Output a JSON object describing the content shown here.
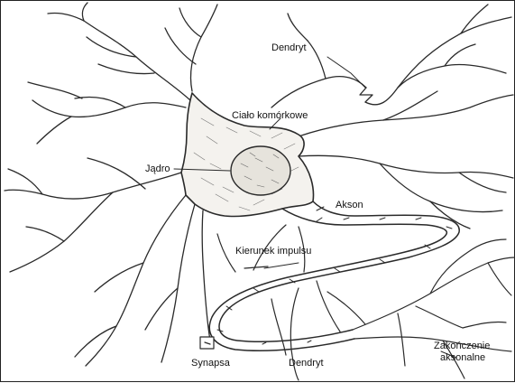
{
  "labels": {
    "dendrite_top": "Dendryt",
    "cell_body": "Ciało komórkowe",
    "nucleus": "Jądro",
    "axon": "Akson",
    "impulse_direction": "Kierunek impulsu",
    "synapse": "Synapsa",
    "dendrite_bottom": "Dendryt",
    "axon_terminal_line1": "Zakończenie",
    "axon_terminal_line2": "aksonalne"
  }
}
